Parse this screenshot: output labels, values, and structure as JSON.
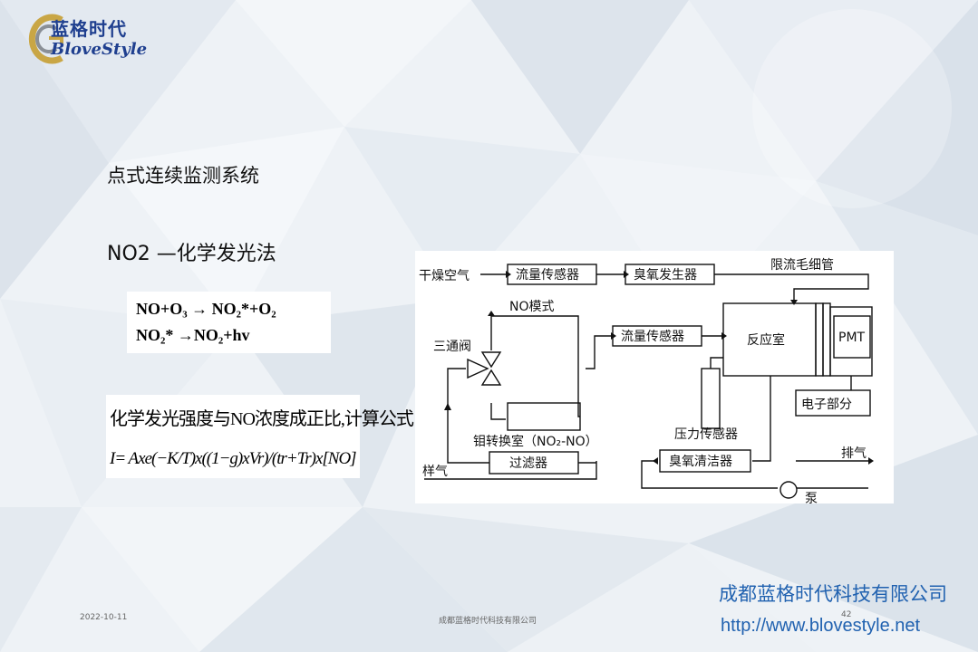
{
  "logo": {
    "name_cn": "蓝格时代",
    "name_en": "BloveStyle"
  },
  "headings": {
    "system": "点式连续监测系统",
    "method": "NO2 —化学发光法"
  },
  "equations": {
    "line1": "NO+O₃ → NO₂*+O₂",
    "line2": "NO₂* →NO₂+hv"
  },
  "formula": {
    "description": "化学发光强度与NO浓度成正比,计算公式",
    "expression": "I= Axe(−K/T)x((1−g)xVr)/(tr+Tr)x[NO]"
  },
  "diagram": {
    "dry_air": "干燥空气",
    "flow_sensor_top": "流量传感器",
    "ozone_generator": "臭氧发生器",
    "capillary": "限流毛细管",
    "no_mode": "NO模式",
    "three_way_valve": "三通阀",
    "flow_sensor_mid": "流量传感器",
    "reaction_chamber": "反应室",
    "pmt": "PMT",
    "electronics": "电子部分",
    "converter": "钼转换室（NO₂-NO）",
    "pressure_sensor": "压力传感器",
    "ozone_scrubber": "臭氧清洁器",
    "sample_gas": "样气",
    "filter": "过滤器",
    "exhaust": "排气",
    "pump": "泵"
  },
  "footer": {
    "date": "2022-10-11",
    "company_small": "成都蓝格时代科技有限公司",
    "page": "42",
    "company": "成都蓝格时代科技有限公司",
    "url": "http://www.blovestyle.net"
  },
  "colors": {
    "accent_blue": "#2162b0",
    "logo_blue": "#1f3f8f",
    "logo_gold": "#c9a645"
  }
}
